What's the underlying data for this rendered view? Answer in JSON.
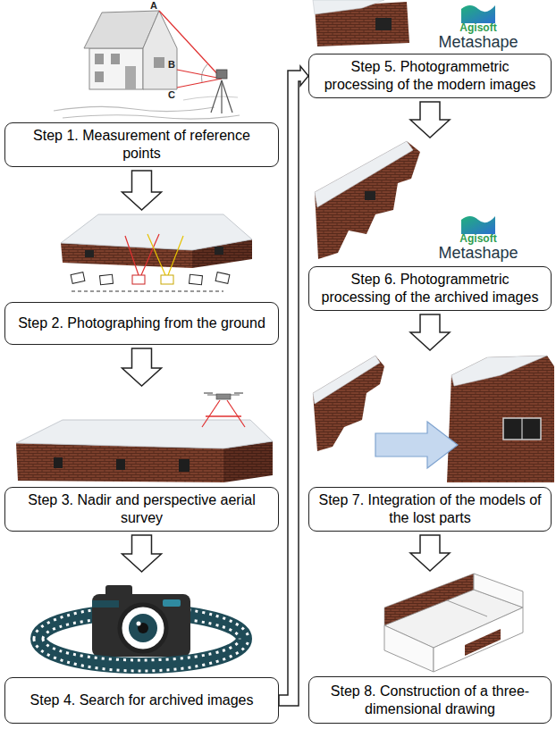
{
  "diagram": {
    "nodes": [
      {
        "text": [
          "Step 1. Measurement of reference points"
        ]
      },
      {
        "text": [
          "Step 2. Photographing from the ground"
        ]
      },
      {
        "text": [
          "Step 3. Nadir and perspective aerial survey"
        ]
      },
      {
        "text": [
          "Step 4. Search for archived images"
        ]
      },
      {
        "text": [
          "Step 5. Photogrammetric processing of the modern images"
        ]
      },
      {
        "text": [
          "Step 6. Photogrammetric processing of the archived images"
        ]
      },
      {
        "text": [
          "Step 7. Integration of the models of the lost parts"
        ]
      },
      {
        "text": [
          "Step 8. Construction of a three-dimensional drawing"
        ]
      }
    ],
    "edges": [
      {
        "from": 0,
        "to": 1,
        "arrow": "to"
      },
      {
        "from": 1,
        "to": 2,
        "arrow": "to"
      },
      {
        "from": 2,
        "to": 3,
        "arrow": "to"
      },
      {
        "from": 3,
        "to": 4,
        "arrow": "to"
      },
      {
        "from": 4,
        "to": 5,
        "arrow": "to"
      },
      {
        "from": 5,
        "to": 6,
        "arrow": "to"
      },
      {
        "from": 6,
        "to": 7,
        "arrow": "to"
      }
    ],
    "labels": [
      "A",
      "B",
      "C",
      "Agisoft",
      "Metashape",
      "Agisoft",
      "Metashape"
    ]
  }
}
